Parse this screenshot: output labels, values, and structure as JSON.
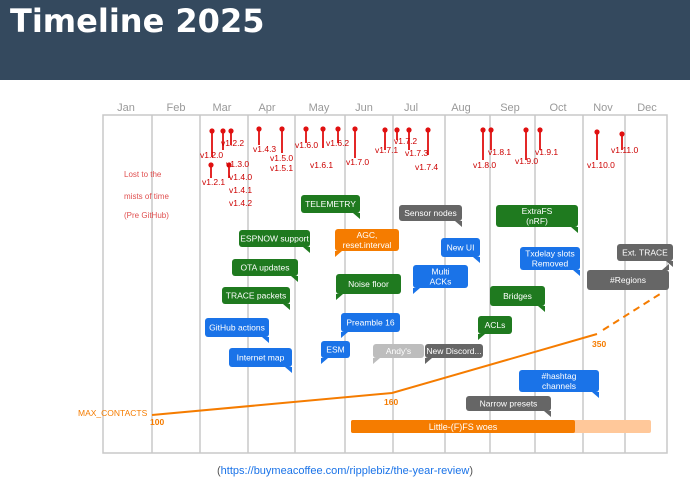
{
  "title": "Timeline 2025",
  "months": [
    "Jan",
    "Feb",
    "Mar",
    "Apr",
    "May",
    "Jun",
    "Jul",
    "Aug",
    "Sep",
    "Oct",
    "Nov",
    "Dec"
  ],
  "lost_note": [
    "Lost to the",
    "mists of time",
    "(Pre GitHub)"
  ],
  "colors": {
    "header": "#34495e",
    "grid": "#c8c8c8",
    "green": "#1f7a1f",
    "blue": "#1a73e8",
    "gray": "#666666",
    "orange": "#f57c00",
    "red": "#e01010"
  },
  "versions": [
    "v1.2.0",
    "v1.2.1",
    "v1.2.2",
    "v1.3.0",
    "v1.4.0",
    "v1.4.1",
    "v1.4.2",
    "v1.4.3",
    "v1.5.0",
    "v1.5.1",
    "v1.6.0",
    "v1.6.1",
    "v1.6.2",
    "v1.7.0",
    "v1.7.1",
    "v1.7.2",
    "v1.7.3",
    "v1.7.4",
    "v1.8.0",
    "v1.8.1",
    "v1.9.0",
    "v1.9.1",
    "v1.10.0",
    "v1.11.0"
  ],
  "features": [
    {
      "label": "TELEMETRY",
      "color": "green"
    },
    {
      "label": "Sensor nodes",
      "color": "gray"
    },
    {
      "label": "ExtraFS (nRF)",
      "color": "green"
    },
    {
      "label": "ESPNOW support",
      "color": "green"
    },
    {
      "label": "AGC, reset.interval",
      "color": "orange"
    },
    {
      "label": "New UI",
      "color": "blue"
    },
    {
      "label": "Txdelay slots Removed",
      "color": "blue"
    },
    {
      "label": "Ext. TRACE",
      "color": "gray"
    },
    {
      "label": "OTA updates",
      "color": "green"
    },
    {
      "label": "Noise floor",
      "color": "green"
    },
    {
      "label": "Multi ACKs",
      "color": "blue"
    },
    {
      "label": "Bridges",
      "color": "green"
    },
    {
      "label": "#Regions",
      "color": "gray"
    },
    {
      "label": "TRACE packets",
      "color": "green"
    },
    {
      "label": "Preamble 16",
      "color": "blue"
    },
    {
      "label": "ACLs",
      "color": "green"
    },
    {
      "label": "GitHub actions",
      "color": "blue"
    },
    {
      "label": "ESM",
      "color": "blue"
    },
    {
      "label": "Andy's",
      "color": "lightgray"
    },
    {
      "label": "New Discord...",
      "color": "gray"
    },
    {
      "label": "Internet map",
      "color": "blue"
    },
    {
      "label": "#hashtag channels",
      "color": "blue"
    },
    {
      "label": "Narrow presets",
      "color": "gray"
    }
  ],
  "max_contacts": {
    "label": "MAX_CONTACTS",
    "values": [
      "100",
      "160",
      "350"
    ]
  },
  "woes": "Little-(F)FS woes",
  "footer": {
    "prefix": "(",
    "link": "https://buymeacoffee.com/ripplebiz/the-year-review",
    "suffix": ")"
  }
}
